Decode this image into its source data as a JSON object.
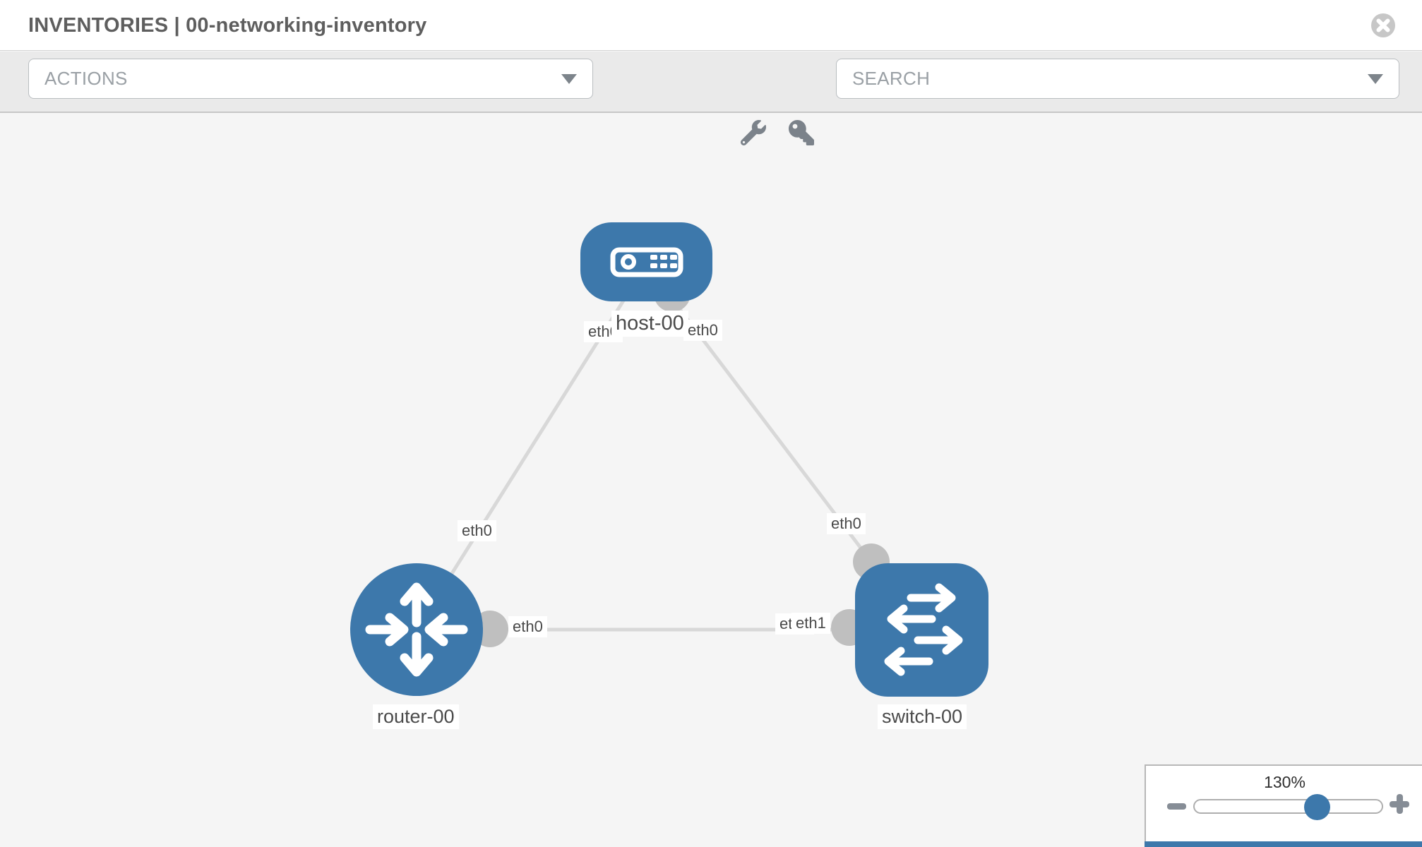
{
  "header": {
    "title": "INVENTORIES | 00-networking-inventory"
  },
  "toolbar": {
    "actions_label": "ACTIONS",
    "search_label": "SEARCH",
    "tool_icons": [
      "wrench-icon",
      "key-icon"
    ]
  },
  "topology": {
    "nodes": {
      "host": {
        "label": "host-00",
        "type": "host",
        "shape": "rounded-rect",
        "icon": "server-icon"
      },
      "router": {
        "label": "router-00",
        "type": "router",
        "shape": "circle",
        "icon": "router-arrows-icon"
      },
      "switch": {
        "label": "switch-00",
        "type": "switch",
        "shape": "rounded-square",
        "icon": "switch-arrows-icon"
      }
    },
    "links": [
      {
        "from": "host-00",
        "to": "router-00",
        "from_port": "eth0",
        "to_port": "eth0"
      },
      {
        "from": "host-00",
        "to": "switch-00",
        "from_port": "eth0",
        "to_port": "eth0"
      },
      {
        "from": "router-00",
        "to": "switch-00",
        "from_port": "eth0",
        "to_port": "eth1"
      }
    ],
    "port_labels": {
      "host_to_router": "eth0",
      "host_to_switch": "eth0",
      "router_to_host": "eth0",
      "router_to_switch": "eth0",
      "switch_to_host": "eth0",
      "switch_port_back": "eth0",
      "switch_port_front": "eth1"
    }
  },
  "zoom": {
    "level": "130%",
    "slider_percent": 65
  },
  "colors": {
    "node_blue": "#3d78ab",
    "link_gray": "#d8d8d8",
    "interface_dot_gray": "#bfbfbf",
    "toolbar_gray": "#eaeaea",
    "canvas_gray": "#f5f5f5"
  }
}
